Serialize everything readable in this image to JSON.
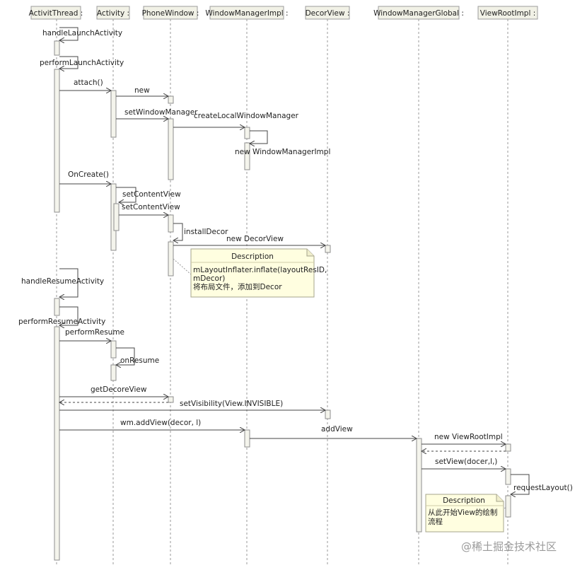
{
  "lifelines": [
    {
      "id": "at",
      "name": "ActivitThread :"
    },
    {
      "id": "act",
      "name": "Activity :"
    },
    {
      "id": "pw",
      "name": "PhoneWindow :"
    },
    {
      "id": "wmi",
      "name": "WindowManagerImpl :"
    },
    {
      "id": "dv",
      "name": "DecorView :"
    },
    {
      "id": "wmg",
      "name": "WindowManagerGlobal :"
    },
    {
      "id": "vri",
      "name": "ViewRootImpl  :"
    }
  ],
  "messages": {
    "handleLaunchActivity": "handleLaunchActivity",
    "performLaunchActivity": "performLaunchActivity",
    "attach": "attach()",
    "new": "new",
    "setWindowManager": "setWindowManager",
    "createLocalWindowManager": "createLocalWindowManager",
    "newWindowManagerImpl": "new WindowManagerImpl",
    "onCreate": "OnCreate()",
    "setContentView1": "setContentView",
    "setContentView2": "setContentView",
    "installDecor": "installDecor",
    "newDecorView": "new DecorView",
    "handleResumeActivity": "handleResumeActivity",
    "performResumeActivity": "performResumeActivity",
    "performResume": "performResume",
    "onResume": "onResume",
    "getDecoreView": "getDecoreView",
    "setVisibility": "setVisibility(View.INVISIBLE)",
    "addView1": "wm.addView(decor, l)",
    "addView2": "addView",
    "newViewRootImpl": "new ViewRootImpl",
    "setView": "setView(docer,l,)",
    "requestLayout": "requestLayout()"
  },
  "notes": {
    "note1": {
      "title": "Description",
      "line1": "mLayoutInflater.inflate(layoutResID,",
      "line2": "mDecor)",
      "line3": "将布局文件，添加到Decor"
    },
    "note2": {
      "title": "Description",
      "line1": "从此开始View的绘制",
      "line2": "流程"
    }
  },
  "watermark": "@稀土掘金技术社区"
}
